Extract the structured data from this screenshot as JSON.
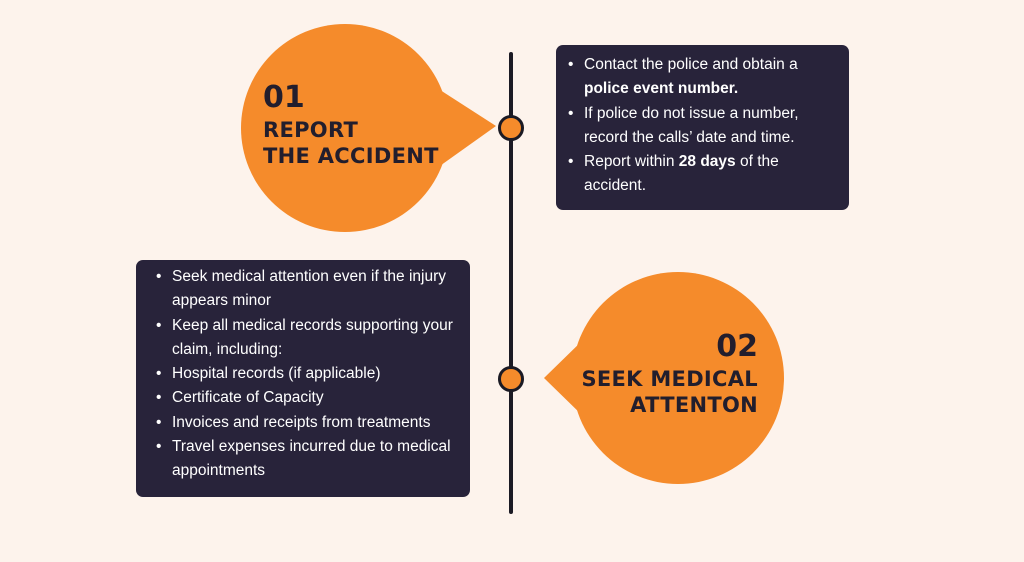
{
  "colors": {
    "background": "#fdf3ec",
    "accent": "#f58b2b",
    "dark": "#28233a",
    "text_on_dark": "#ffffff",
    "heading": "#221e2d"
  },
  "steps": [
    {
      "number": "01",
      "title_line1": "REPORT",
      "title_line2": "THE ACCIDENT",
      "items": [
        {
          "text": "Contact the police and obtain a ",
          "bold": "police event number.",
          "after": ""
        },
        {
          "text": "If police do not issue a number, record the calls’ date and time.",
          "bold": "",
          "after": ""
        },
        {
          "text": "Report within ",
          "bold": "28 days",
          "after": " of the accident."
        }
      ]
    },
    {
      "number": "02",
      "title_line1": "SEEK MEDICAL",
      "title_line2": "ATTENTON",
      "items": [
        "Seek medical attention even if the injury appears minor",
        "Keep all medical records supporting your claim, including:",
        "Hospital records (if applicable)",
        "Certificate of Capacity",
        "Invoices and receipts from treatments",
        "Travel expenses incurred due to medical appointments"
      ]
    }
  ]
}
